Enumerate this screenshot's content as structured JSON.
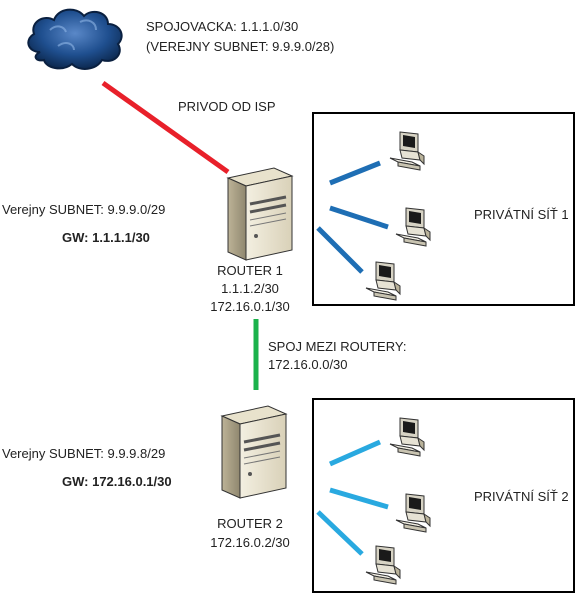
{
  "isp": {
    "spojovacka": "SPOJOVACKA: 1.1.1.0/30",
    "verejny_subnet": "(VEREJNY SUBNET: 9.9.9.0/28)",
    "privod": "PRIVOD OD ISP"
  },
  "router1": {
    "name": "ROUTER 1",
    "ip_public": "1.1.1.2/30",
    "ip_link": "172.16.0.1/30",
    "subnet": "Verejny SUBNET: 9.9.9.0/29",
    "gw": "GW: 1.1.1.1/30",
    "lan_label": "PRIVÁTNÍ SÍŤ 1"
  },
  "link": {
    "title": "SPOJ MEZI ROUTERY:",
    "net": "172.16.0.0/30"
  },
  "router2": {
    "name": "ROUTER 2",
    "ip_link": "172.16.0.2/30",
    "subnet": "Verejny SUBNET: 9.9.9.8/29",
    "gw": "GW: 172.16.0.1/30",
    "lan_label": "PRIVÁTNÍ SÍŤ 2"
  },
  "colors": {
    "isp_link": "#e8202a",
    "router_link": "#1bb24b",
    "lan1_link": "#1e6eb4",
    "lan2_link": "#29a9e0"
  }
}
